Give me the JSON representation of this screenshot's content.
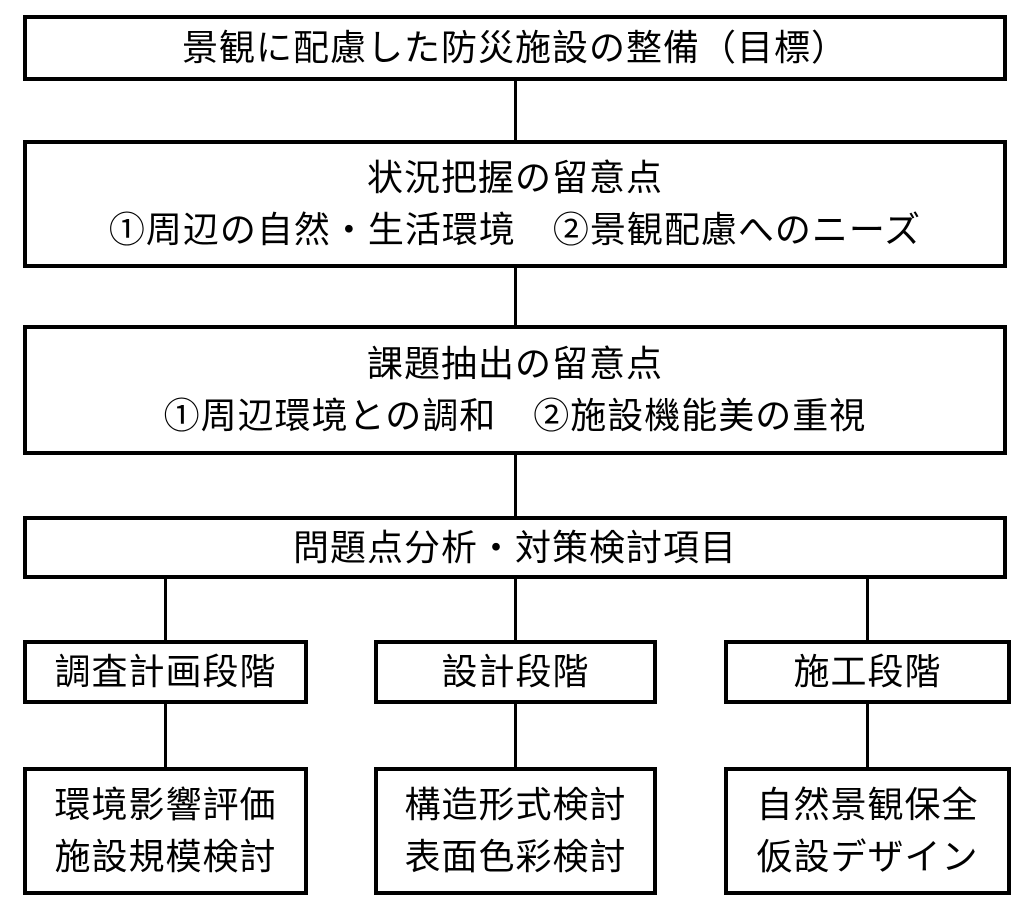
{
  "page": {
    "background_color": "#ffffff",
    "line_color": "#000000",
    "text_color": "#000000"
  },
  "flowchart": {
    "goal": {
      "title": "景観に配慮した防災施設の整備（目標）"
    },
    "situation": {
      "title": "状況把握の留意点",
      "items": "①周辺の自然・生活環境　②景観配慮へのニーズ"
    },
    "issues": {
      "title": "課題抽出の留意点",
      "items": "①周辺環境との調和　②施設機能美の重視"
    },
    "analysis": {
      "title": "問題点分析・対策検討項目"
    },
    "stages": [
      {
        "label": "調査計画段階",
        "details": [
          "環境影響評価",
          "施設規模検討"
        ]
      },
      {
        "label": "設計段階",
        "details": [
          "構造形式検討",
          "表面色彩検討"
        ]
      },
      {
        "label": "施工段階",
        "details": [
          "自然景観保全",
          "仮設デザイン"
        ]
      }
    ]
  }
}
